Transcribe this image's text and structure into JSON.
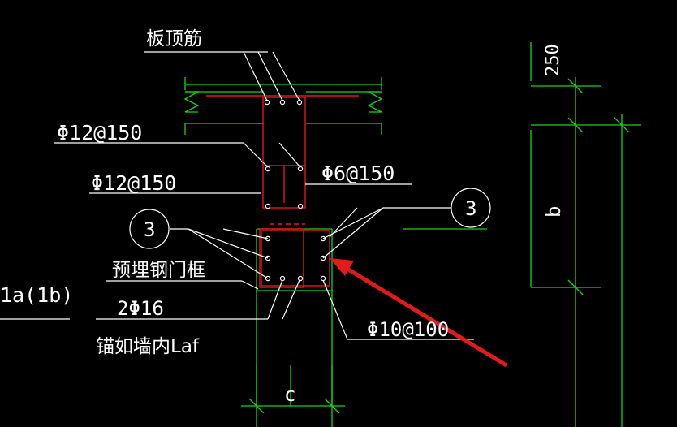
{
  "drawing": {
    "background_color": "#000000",
    "structure_color": "#18d318",
    "rebar_color": "#e8141c",
    "leader_color": "#ffffff",
    "arrow_color": "#e11a1a"
  },
  "labels": {
    "slab_top_bar": "板顶筋",
    "rebar_a": "Φ12@150",
    "rebar_b": "Φ12@150",
    "stirrup_top": "Φ6@150",
    "callout_left": "3",
    "callout_right": "3",
    "embedded_frame": "预埋钢门框",
    "wall_ref": "1a(1b)",
    "bottom_bars": "2Φ16",
    "anchor_note": "锚如墙内Laf",
    "stirrup_bottom": "Φ10@100",
    "dim_250": "250",
    "dim_b": "b",
    "dim_c": "c"
  }
}
